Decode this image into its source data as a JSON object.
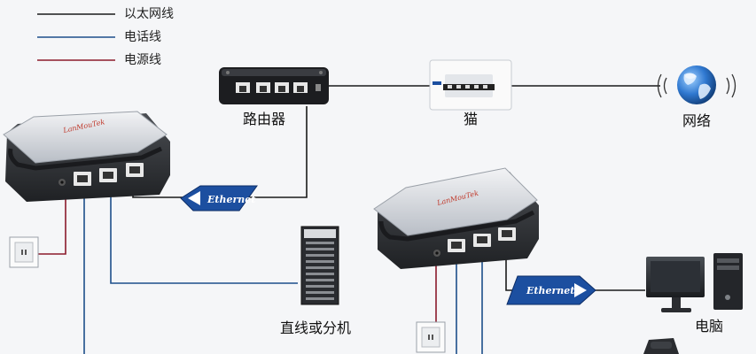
{
  "legend": [
    {
      "label": "以太网线",
      "color": "#1a1a1a"
    },
    {
      "label": "电话线",
      "color": "#1d4f8a"
    },
    {
      "label": "电源线",
      "color": "#8b1a2b"
    }
  ],
  "nodes": {
    "router": "路由器",
    "modem": "猫",
    "internet": "网络",
    "splitter": "直线或分机",
    "computer": "电脑"
  },
  "badges": {
    "ethernet_left": "Ethernet",
    "ethernet_right": "Ethernet"
  },
  "colors": {
    "ethernet": "#1a1a1a",
    "phone": "#1d4f8a",
    "power": "#8b1a2b",
    "badge": "#1c4fa0"
  }
}
